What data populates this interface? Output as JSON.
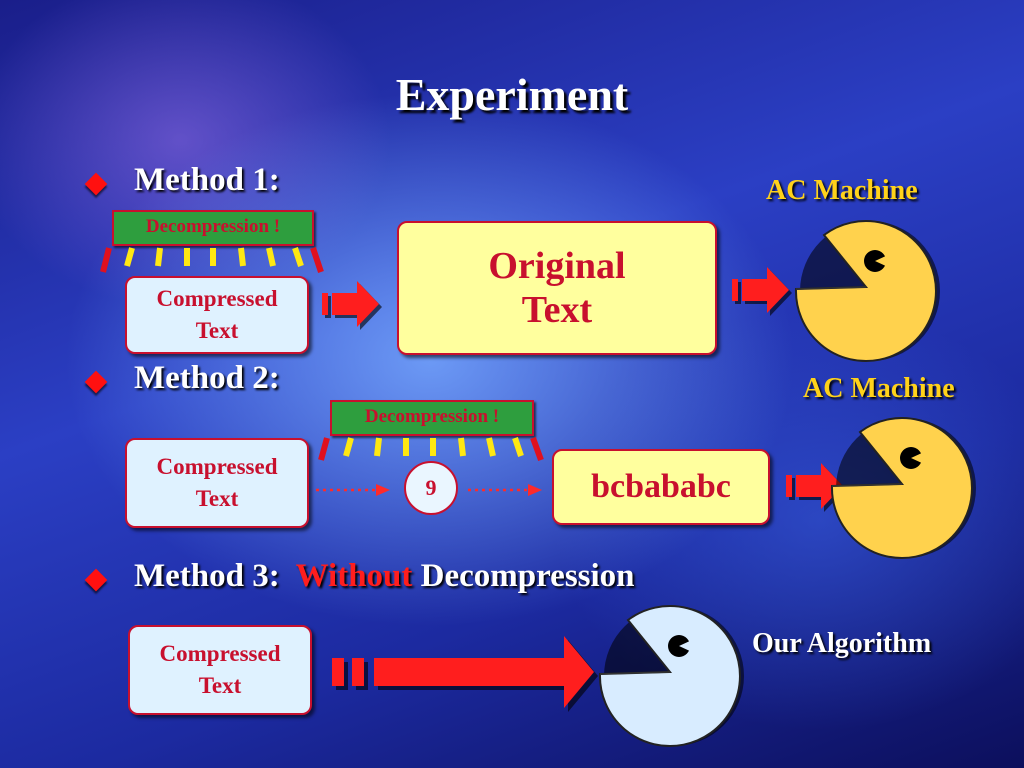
{
  "slide": {
    "title": "Experiment"
  },
  "method1": {
    "label": "Method 1:",
    "decompression": "Decompression !",
    "compressed_line1": "Compressed",
    "compressed_line2": "Text",
    "original_line1": "Original",
    "original_line2": "Text",
    "machine_label": "AC Machine"
  },
  "method2": {
    "label": "Method 2:",
    "decompression": "Decompression !",
    "compressed_line1": "Compressed",
    "compressed_line2": "Text",
    "symbol": "9",
    "output": "bcbababc",
    "machine_label": "AC Machine"
  },
  "method3": {
    "label": "Method 3:",
    "without": "Without",
    "decompression_word": "Decompression",
    "compressed_line1": "Compressed",
    "compressed_line2": "Text",
    "algorithm_label": "Our Algorithm"
  },
  "colors": {
    "accent_red": "#ff1010",
    "box_border": "#c8102e",
    "machine_yellow": "#ffd24d",
    "algo_blue": "#d8ecff",
    "decomp_green": "#2e9e3e",
    "label_yellow": "#ffd21a"
  },
  "icons": {
    "bullet": "red-diamond-bullet",
    "machine": "pacman-icon",
    "arrow": "block-arrow-icon"
  }
}
